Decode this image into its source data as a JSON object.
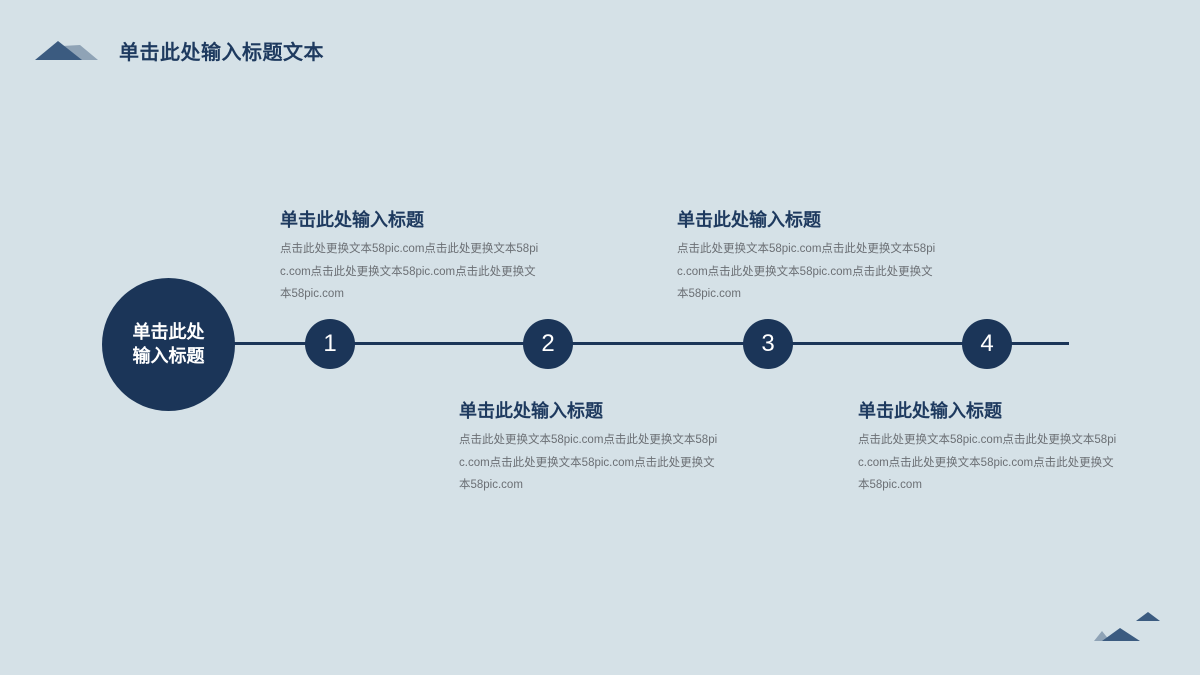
{
  "header": {
    "title": "单击此处输入标题文本",
    "decoration_icon": "mountain-icon"
  },
  "hub": {
    "label": "单击此处输入标题"
  },
  "timeline": {
    "nodes": [
      {
        "number": "1"
      },
      {
        "number": "2"
      },
      {
        "number": "3"
      },
      {
        "number": "4"
      }
    ]
  },
  "cards": [
    {
      "title": "单击此处输入标题",
      "body": "点击此处更换文本58pic.com点击此处更换文本58pic.com点击此处更换文本58pic.com点击此处更换文本58pic.com"
    },
    {
      "title": "单击此处输入标题",
      "body": "点击此处更换文本58pic.com点击此处更换文本58pic.com点击此处更换文本58pic.com点击此处更换文本58pic.com"
    },
    {
      "title": "单击此处输入标题",
      "body": "点击此处更换文本58pic.com点击此处更换文本58pic.com点击此处更换文本58pic.com点击此处更换文本58pic.com"
    },
    {
      "title": "单击此处输入标题",
      "body": "点击此处更换文本58pic.com点击此处更换文本58pic.com点击此处更换文本58pic.com点击此处更换文本58pic.com"
    }
  ],
  "colors": {
    "background": "#d5e1e7",
    "primary": "#1b3558",
    "title_text": "#1e3a5f",
    "body_text": "#6b6f74",
    "mountain_light": "#8fa3b6",
    "mountain_dark": "#3b5b80"
  }
}
